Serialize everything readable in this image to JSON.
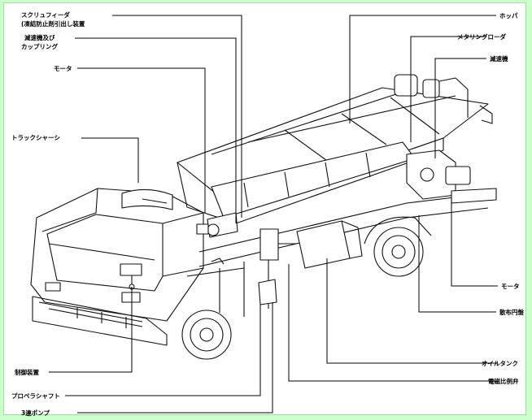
{
  "labels": {
    "screw_feeder_1": "スクリュフィーダ",
    "screw_feeder_2": "(凍結防止剤引出し装置",
    "reducer_coupling_1": "減速機及び",
    "reducer_coupling_2": "カップリング",
    "motor_left": "モータ",
    "truck_chassis": "トラックシャーシ",
    "control_device": "制御装置",
    "propeller_shaft": "プロペラシャフト",
    "triple_pump": "3連ポンプ",
    "hopper": "ホッパ",
    "metering_loader": "メタリングローダ",
    "reducer_right": "減速機",
    "motor_right": "モータ",
    "spreading_disc": "散布円盤",
    "oil_tank": "オイルタンク",
    "solenoid_valve": "電磁比例弁"
  }
}
